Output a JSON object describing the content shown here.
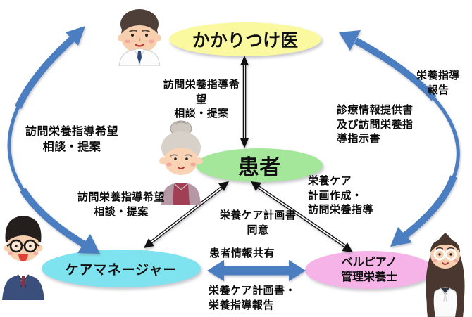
{
  "nodes": {
    "doctor": {
      "label": "かかりつけ医"
    },
    "patient": {
      "label": "患者"
    },
    "care_manager": {
      "label": "ケアマネージャー"
    },
    "dietitian": {
      "label": "ベルピアノ\n管理栄養士"
    }
  },
  "edge_labels": {
    "doctor_patient": "訪問栄養指導希望\n相談・提案",
    "dietitian_to_doctor_report": "栄養指導\n報告",
    "doctor_to_dietitian_docs": "診療情報提供書\n及び訪問栄養指\n導指示書",
    "care_manager_doctor_arc": "訪問栄養指導希望\n相談・提案",
    "patient_care_manager": "訪問栄養指導希望\n相談・提案",
    "patient_dietitian_consent": "栄養ケア計画書\n同意",
    "dietitian_to_patient_care": "栄養ケア\n計画作成・\n訪問栄養指導",
    "care_manager_dietitian_share": "患者情報共有",
    "care_manager_dietitian_report": "栄養ケア計画書・\n栄養指導報告"
  },
  "colors": {
    "doctor_node": "#fbf99f",
    "patient_node": "#a4e79b",
    "care_manager_node": "#7fe2ef",
    "dietitian_node": "#f6b3e7",
    "arrow_blue": "#4a7ec0",
    "arrow_black": "#111111"
  },
  "characters": {
    "doctor": "doctor-illustration",
    "patient": "elderly-woman-illustration",
    "care_manager": "businessman-illustration",
    "dietitian": "dietitian-illustration"
  }
}
